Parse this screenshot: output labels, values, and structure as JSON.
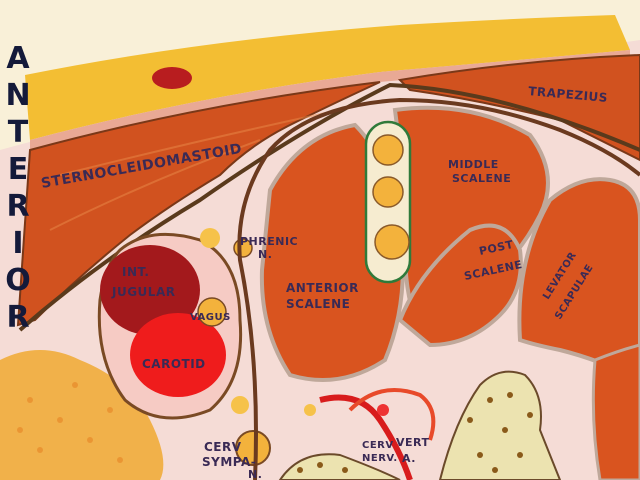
{
  "side_label": [
    "A",
    "N",
    "T",
    "E",
    "R",
    "I",
    "O",
    "R"
  ],
  "labels": {
    "sternocleidomastoid": "STERNOCLEIDOMASTOID",
    "trapezius": "TRAPEZIUS",
    "middle_scalene_1": "MIDDLE",
    "middle_scalene_2": "SCALENE",
    "phrenic_1": "PHRENIC",
    "phrenic_2": "N.",
    "int_jugular_1": "INT.",
    "int_jugular_2": "JUGULAR",
    "vagus": "VAGUS",
    "carotid": "CAROTID",
    "anterior_scalene_1": "ANTERIOR",
    "anterior_scalene_2": "SCALENE",
    "post_scalene_1": "POST",
    "post_scalene_2": "SCALENE",
    "levator_1": "LEVATOR",
    "levator_2": "SCAPULAE",
    "cerv_symp_1": "CERV",
    "cerv_symp_2": "SYMPA-",
    "cerv_symp_3": "N.",
    "cerv_nerv_1": "CERV",
    "cerv_nerv_2": "NERV.",
    "vert_1": "VERT",
    "vert_2": "A."
  },
  "colors": {
    "skin_fat": "#f2c23a",
    "muscle": "#d9541f",
    "jugular": "#a51a1e",
    "carotid": "#ee1c1c",
    "nerve": "#f3b23c",
    "fascia": "#6b3a1f",
    "bone": "#e9e0a8"
  }
}
